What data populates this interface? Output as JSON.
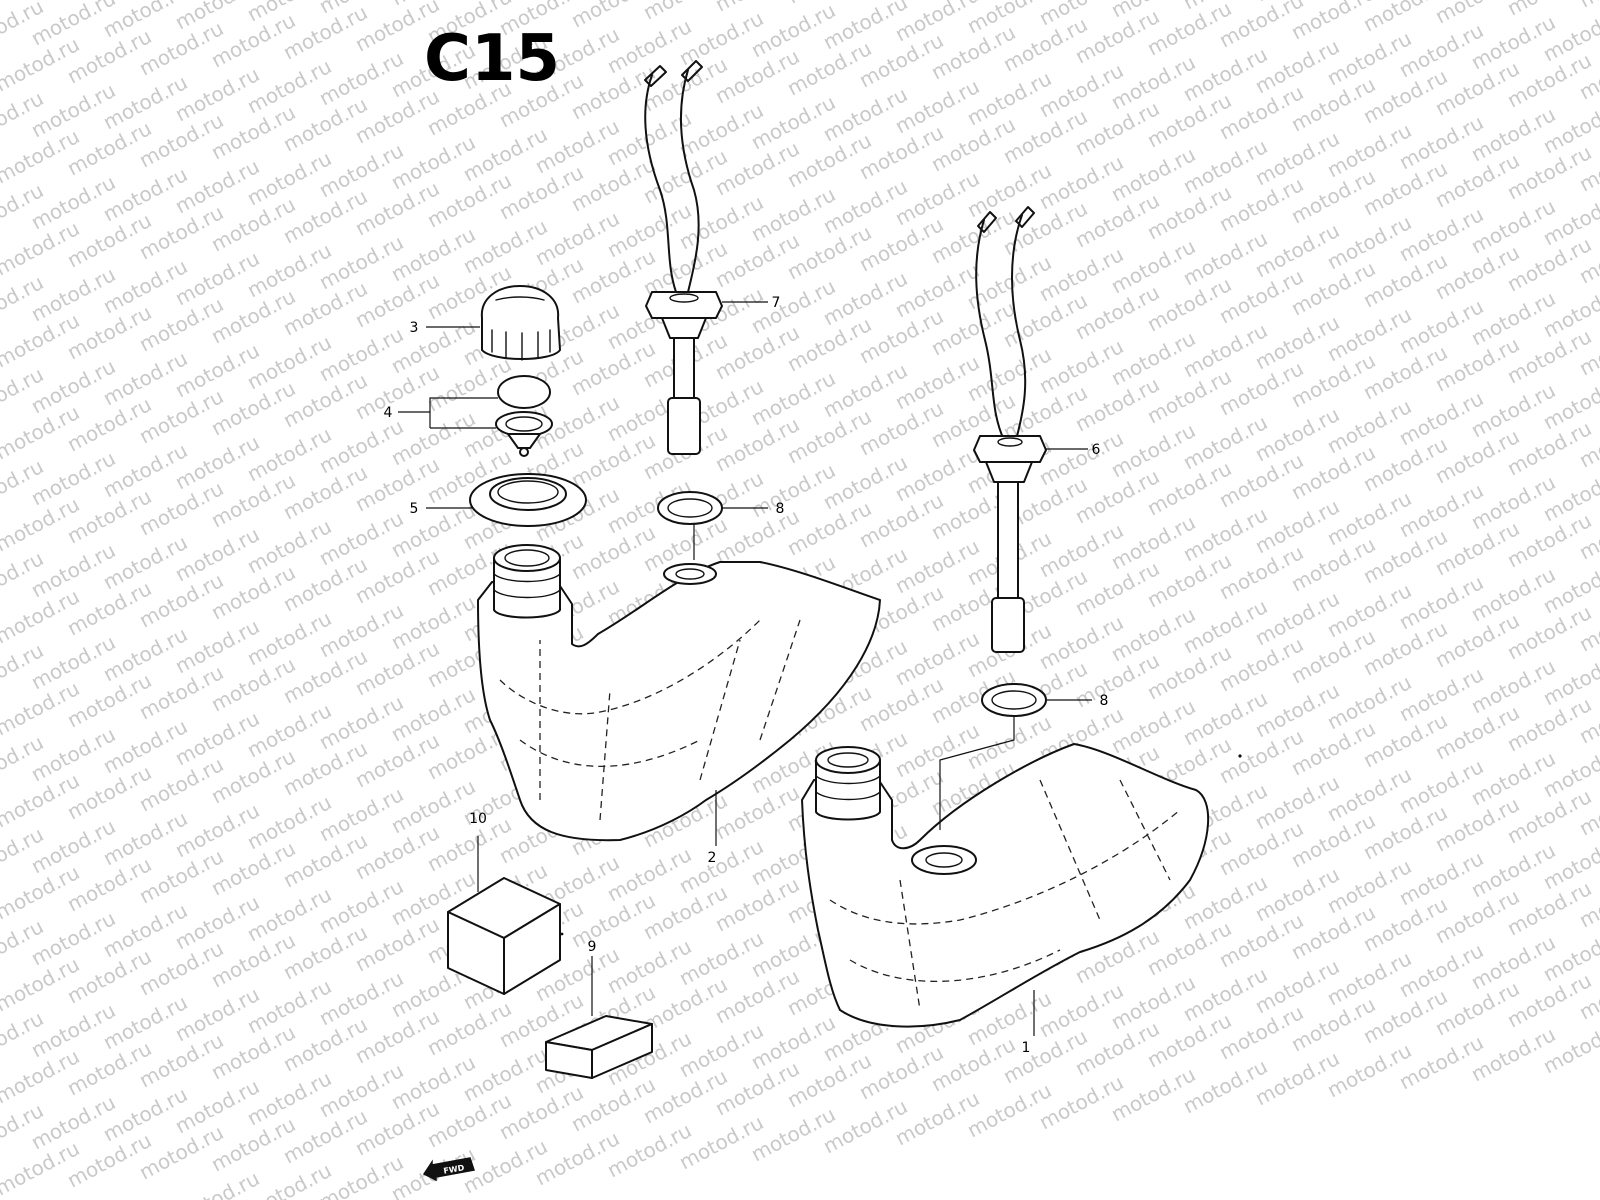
{
  "diagram": {
    "title": "C15",
    "watermark": "motod.ru",
    "direction_arrow": "FWD",
    "callouts": [
      {
        "number": "1"
      },
      {
        "number": "2"
      },
      {
        "number": "3"
      },
      {
        "number": "4"
      },
      {
        "number": "5"
      },
      {
        "number": "6"
      },
      {
        "number": "7"
      },
      {
        "number": "8"
      },
      {
        "number": "8"
      },
      {
        "number": "9"
      },
      {
        "number": "10"
      }
    ]
  }
}
